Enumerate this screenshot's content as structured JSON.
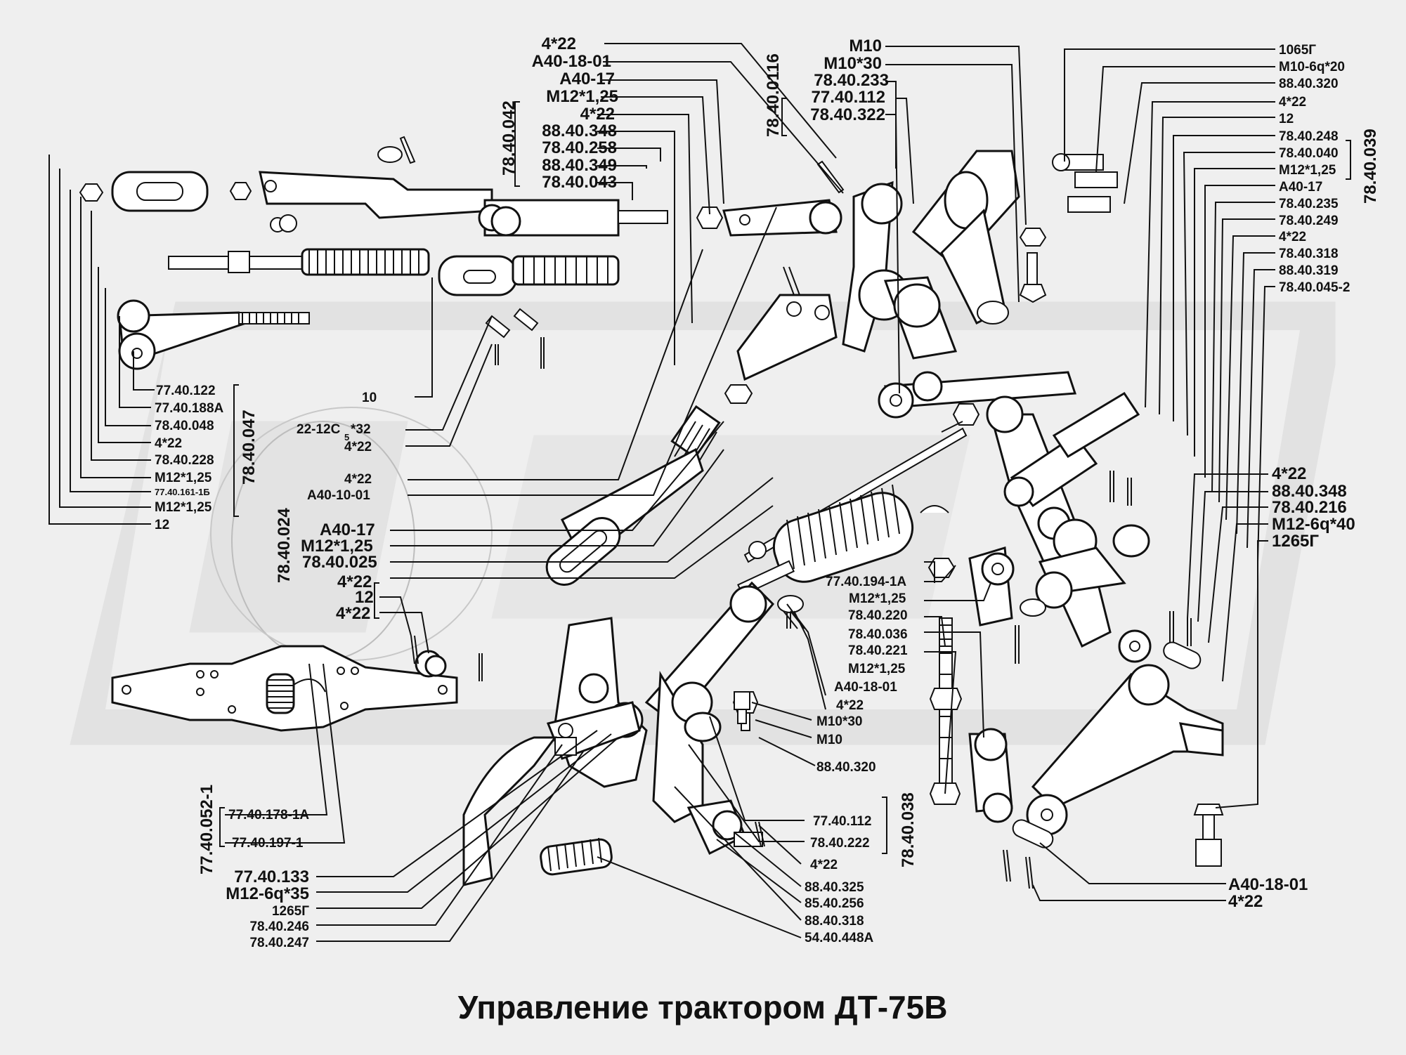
{
  "title": "Управление трактором ДТ-75В",
  "labels": {
    "top_center": [
      "4*22",
      "А40-18-01",
      "А40-17",
      "М12*1,25",
      "4*22",
      "88.40.348",
      "78.40.258",
      "88.40.349",
      "78.40.043"
    ],
    "group_78_40_042": "78.40.042",
    "top_middle": [
      "М10",
      "М10*30",
      "78.40.233",
      "77.40.112",
      "78.40.322"
    ],
    "group_78_40_0116": "78.40.0116",
    "top_right": [
      "1065Г",
      "М10-6q*20",
      "88.40.320",
      "4*22",
      "12",
      "78.40.248",
      "78.40.040",
      "М12*1,25",
      "А40-17",
      "78.40.235",
      "78.40.249",
      "4*22",
      "78.40.318",
      "88.40.319",
      "78.40.045-2"
    ],
    "group_78_40_039": "78.40.039",
    "left_col": [
      "77.40.122",
      "77.40.188А",
      "78.40.048",
      "4*22",
      "78.40.228",
      "М12*1,25",
      "77.40.161-1Б",
      "М12*1,25",
      "12"
    ],
    "group_78_40_047": "78.40.047",
    "mid_left": [
      "10",
      "22-12С",
      "5",
      "*32",
      "4*22",
      "4*22",
      "А40-10-01",
      "А40-17",
      "М12*1,25",
      "78.40.025",
      "4*22",
      "12",
      "4*22"
    ],
    "group_78_40_024": "78.40.024",
    "center": [
      "77.40.194-1А",
      "М12*1,25",
      "78.40.220",
      "78.40.036",
      "78.40.221",
      "М12*1,25",
      "А40-18-01",
      "4*22",
      "М10*30",
      "М10",
      "88.40.320"
    ],
    "right_mid": [
      "4*22",
      "88.40.348",
      "78.40.216",
      "М12-6q*40",
      "1265Г"
    ],
    "bottom_left_group": [
      "77.40.178-1А",
      "77.40.197-1"
    ],
    "group_77_40_052_1": "77.40.052-1",
    "bottom_left": [
      "77.40.133",
      "М12-6q*35",
      "1265Г",
      "78.40.246",
      "78.40.247"
    ],
    "bottom_center": [
      "77.40.112",
      "78.40.222",
      "4*22",
      "88.40.325",
      "85.40.256",
      "88.40.318",
      "54.40.448А"
    ],
    "group_78_40_038": "78.40.038",
    "bottom_right": [
      "А40-18-01",
      "4*22"
    ]
  },
  "colors": {
    "background": "#efefef",
    "ink": "#111111",
    "watermark": "#d8d8d8"
  }
}
